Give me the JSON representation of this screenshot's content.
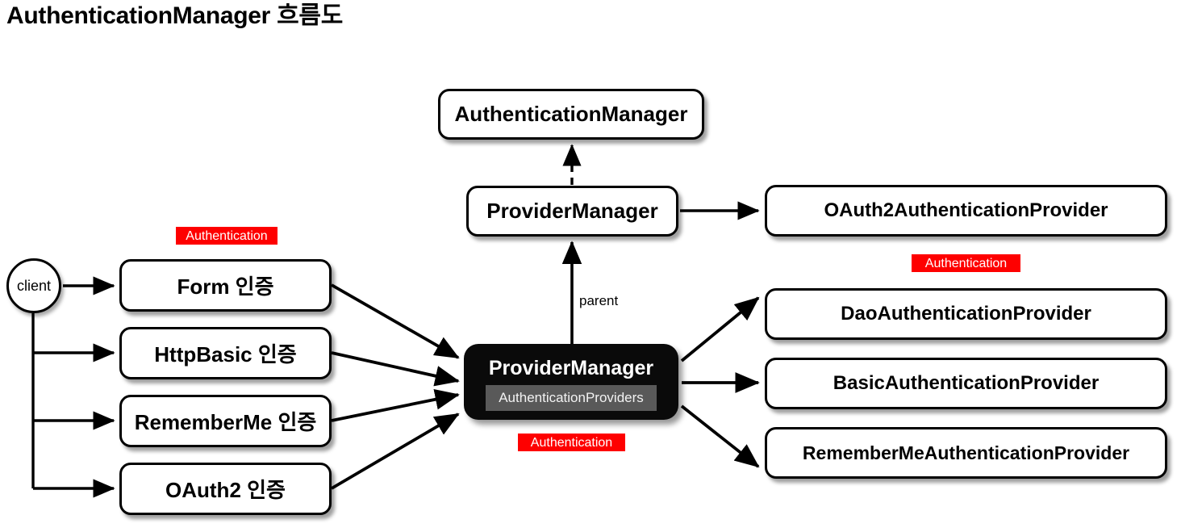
{
  "title": "AuthenticationManager 흐름도",
  "colors": {
    "badge_bg": "#fe0000",
    "badge_text": "#ffffff",
    "dark_node_bg": "#0a0a0a",
    "dark_node_sub_bg": "#595959",
    "stroke": "#000000",
    "canvas_bg": "#ffffff"
  },
  "nodes": {
    "client": {
      "label": "client"
    },
    "authentication_manager": {
      "label": "AuthenticationManager"
    },
    "provider_manager_top": {
      "label": "ProviderManager"
    },
    "provider_manager_main": {
      "label": "ProviderManager",
      "sub_label": "AuthenticationProviders"
    },
    "oauth2_provider": {
      "label": "OAuth2AuthenticationProvider"
    },
    "dao_provider": {
      "label": "DaoAuthenticationProvider"
    },
    "basic_provider": {
      "label": "BasicAuthenticationProvider"
    },
    "rememberme_provider": {
      "label": "RememberMeAuthenticationProvider"
    }
  },
  "auth_methods": [
    {
      "label": "Form 인증"
    },
    {
      "label": "HttpBasic 인증"
    },
    {
      "label": "RememberMe 인증"
    },
    {
      "label": "OAuth2 인증"
    }
  ],
  "badges": [
    {
      "label": "Authentication",
      "position": "above-auth-methods"
    },
    {
      "label": "Authentication",
      "position": "above-right-providers"
    },
    {
      "label": "Authentication",
      "position": "below-provider-manager"
    }
  ],
  "edge_labels": [
    {
      "label": "parent",
      "from": "provider-manager-main",
      "to": "provider-manager-top"
    }
  ]
}
